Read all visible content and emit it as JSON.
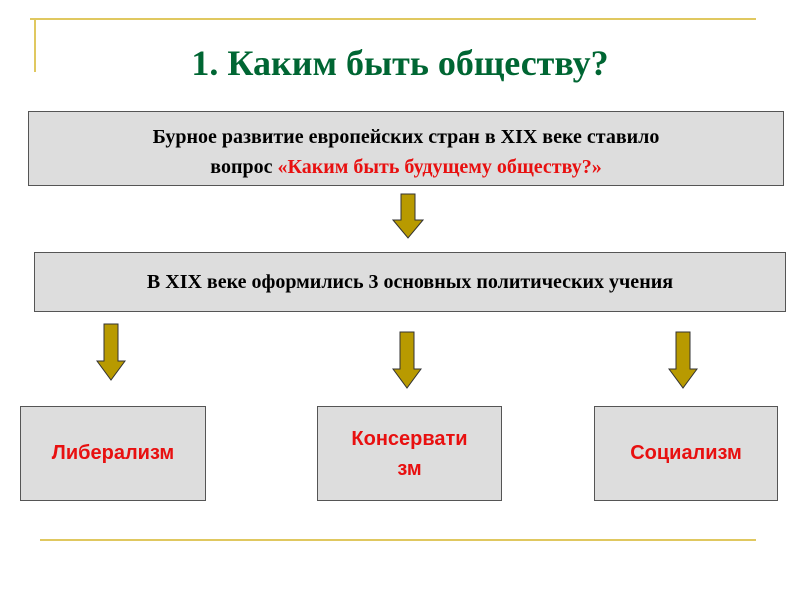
{
  "title": "1. Каким быть обществу?",
  "intro_box": {
    "line1": "Бурное развитие европейских стран в XIX веке ставило",
    "line2_black": "вопрос ",
    "line2_red": "«Каким быть будущему обществу?»"
  },
  "doctrines_box": "В XIX веке оформились 3 основных политических учения",
  "doctrines": [
    {
      "label": "Либерализм"
    },
    {
      "label_line1": "Консервати",
      "label_line2": "зм"
    },
    {
      "label": "Социализм"
    }
  ],
  "colors": {
    "title": "#006633",
    "accent_red": "#e81010",
    "box_fill": "#dddddd",
    "arrow_fill": "#b89a00",
    "decor_line": "#e0c860"
  }
}
